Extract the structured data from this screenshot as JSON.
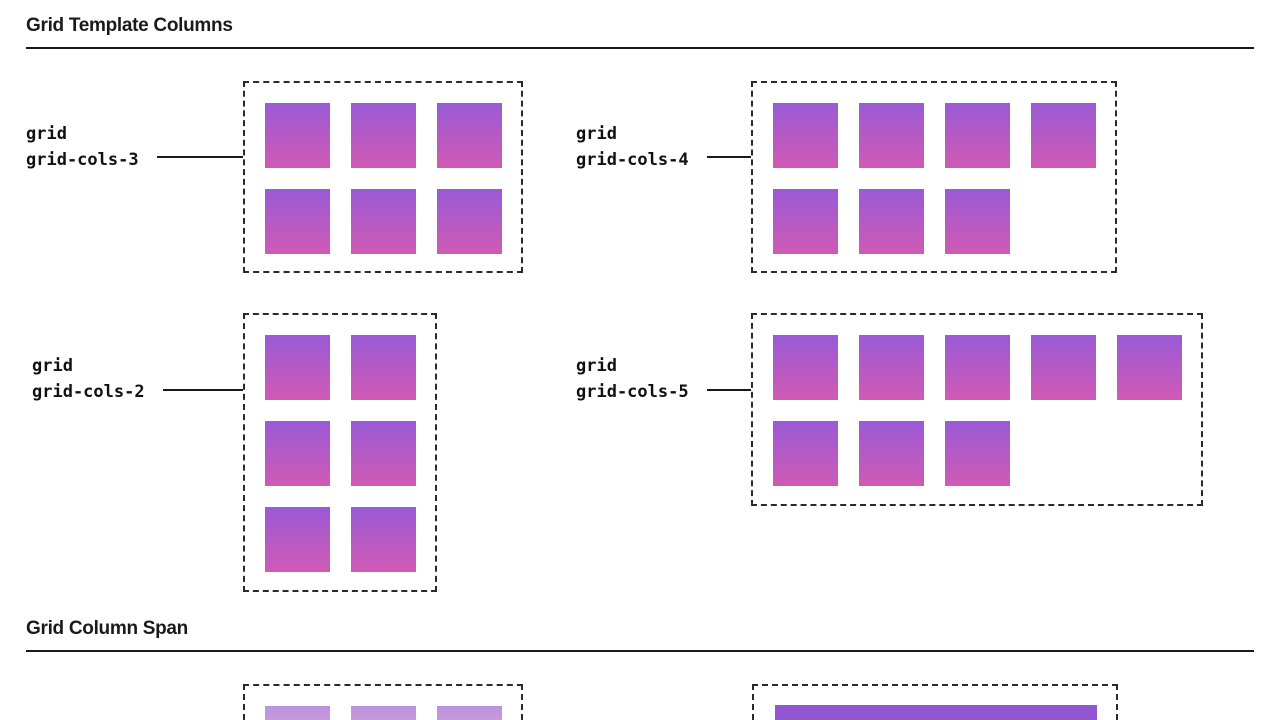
{
  "sections": {
    "template_columns": {
      "title": "Grid Template Columns"
    },
    "column_span": {
      "title": "Grid Column Span"
    }
  },
  "examples": [
    {
      "class_line_1": "grid",
      "class_line_2": "grid-cols-3",
      "columns": 3,
      "item_count": 6
    },
    {
      "class_line_1": "grid",
      "class_line_2": "grid-cols-4",
      "columns": 4,
      "item_count": 7
    },
    {
      "class_line_1": "grid",
      "class_line_2": "grid-cols-2",
      "columns": 2,
      "item_count": 6
    },
    {
      "class_line_1": "grid",
      "class_line_2": "grid-cols-5",
      "columns": 5,
      "item_count": 8
    }
  ],
  "colors": {
    "cell_gradient_top": "#9a5ad6",
    "cell_gradient_bottom": "#d05ab4",
    "cell_light": "#bb92e0",
    "span_bar": "#9455d0",
    "rule": "#1a1a1a"
  }
}
